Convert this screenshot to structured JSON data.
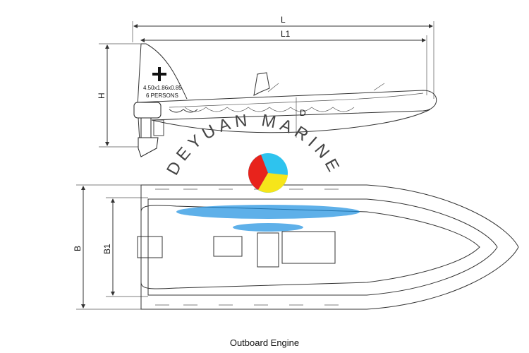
{
  "dimensions": {
    "length": "L",
    "length_1": "L1",
    "height": "H",
    "depth": "D",
    "beam": "B",
    "beam_1": "B1"
  },
  "plate": {
    "size": "4.50x1.86x0.85",
    "capacity": "6 PERSONS"
  },
  "watermark": "DEYUAN MARINE",
  "caption": "Outboard Engine",
  "colors": {
    "logo_red": "#e8231c",
    "logo_cyan": "#2ec3ee",
    "logo_yellow": "#f6e51a",
    "logo_blue": "#1a8fe0"
  }
}
